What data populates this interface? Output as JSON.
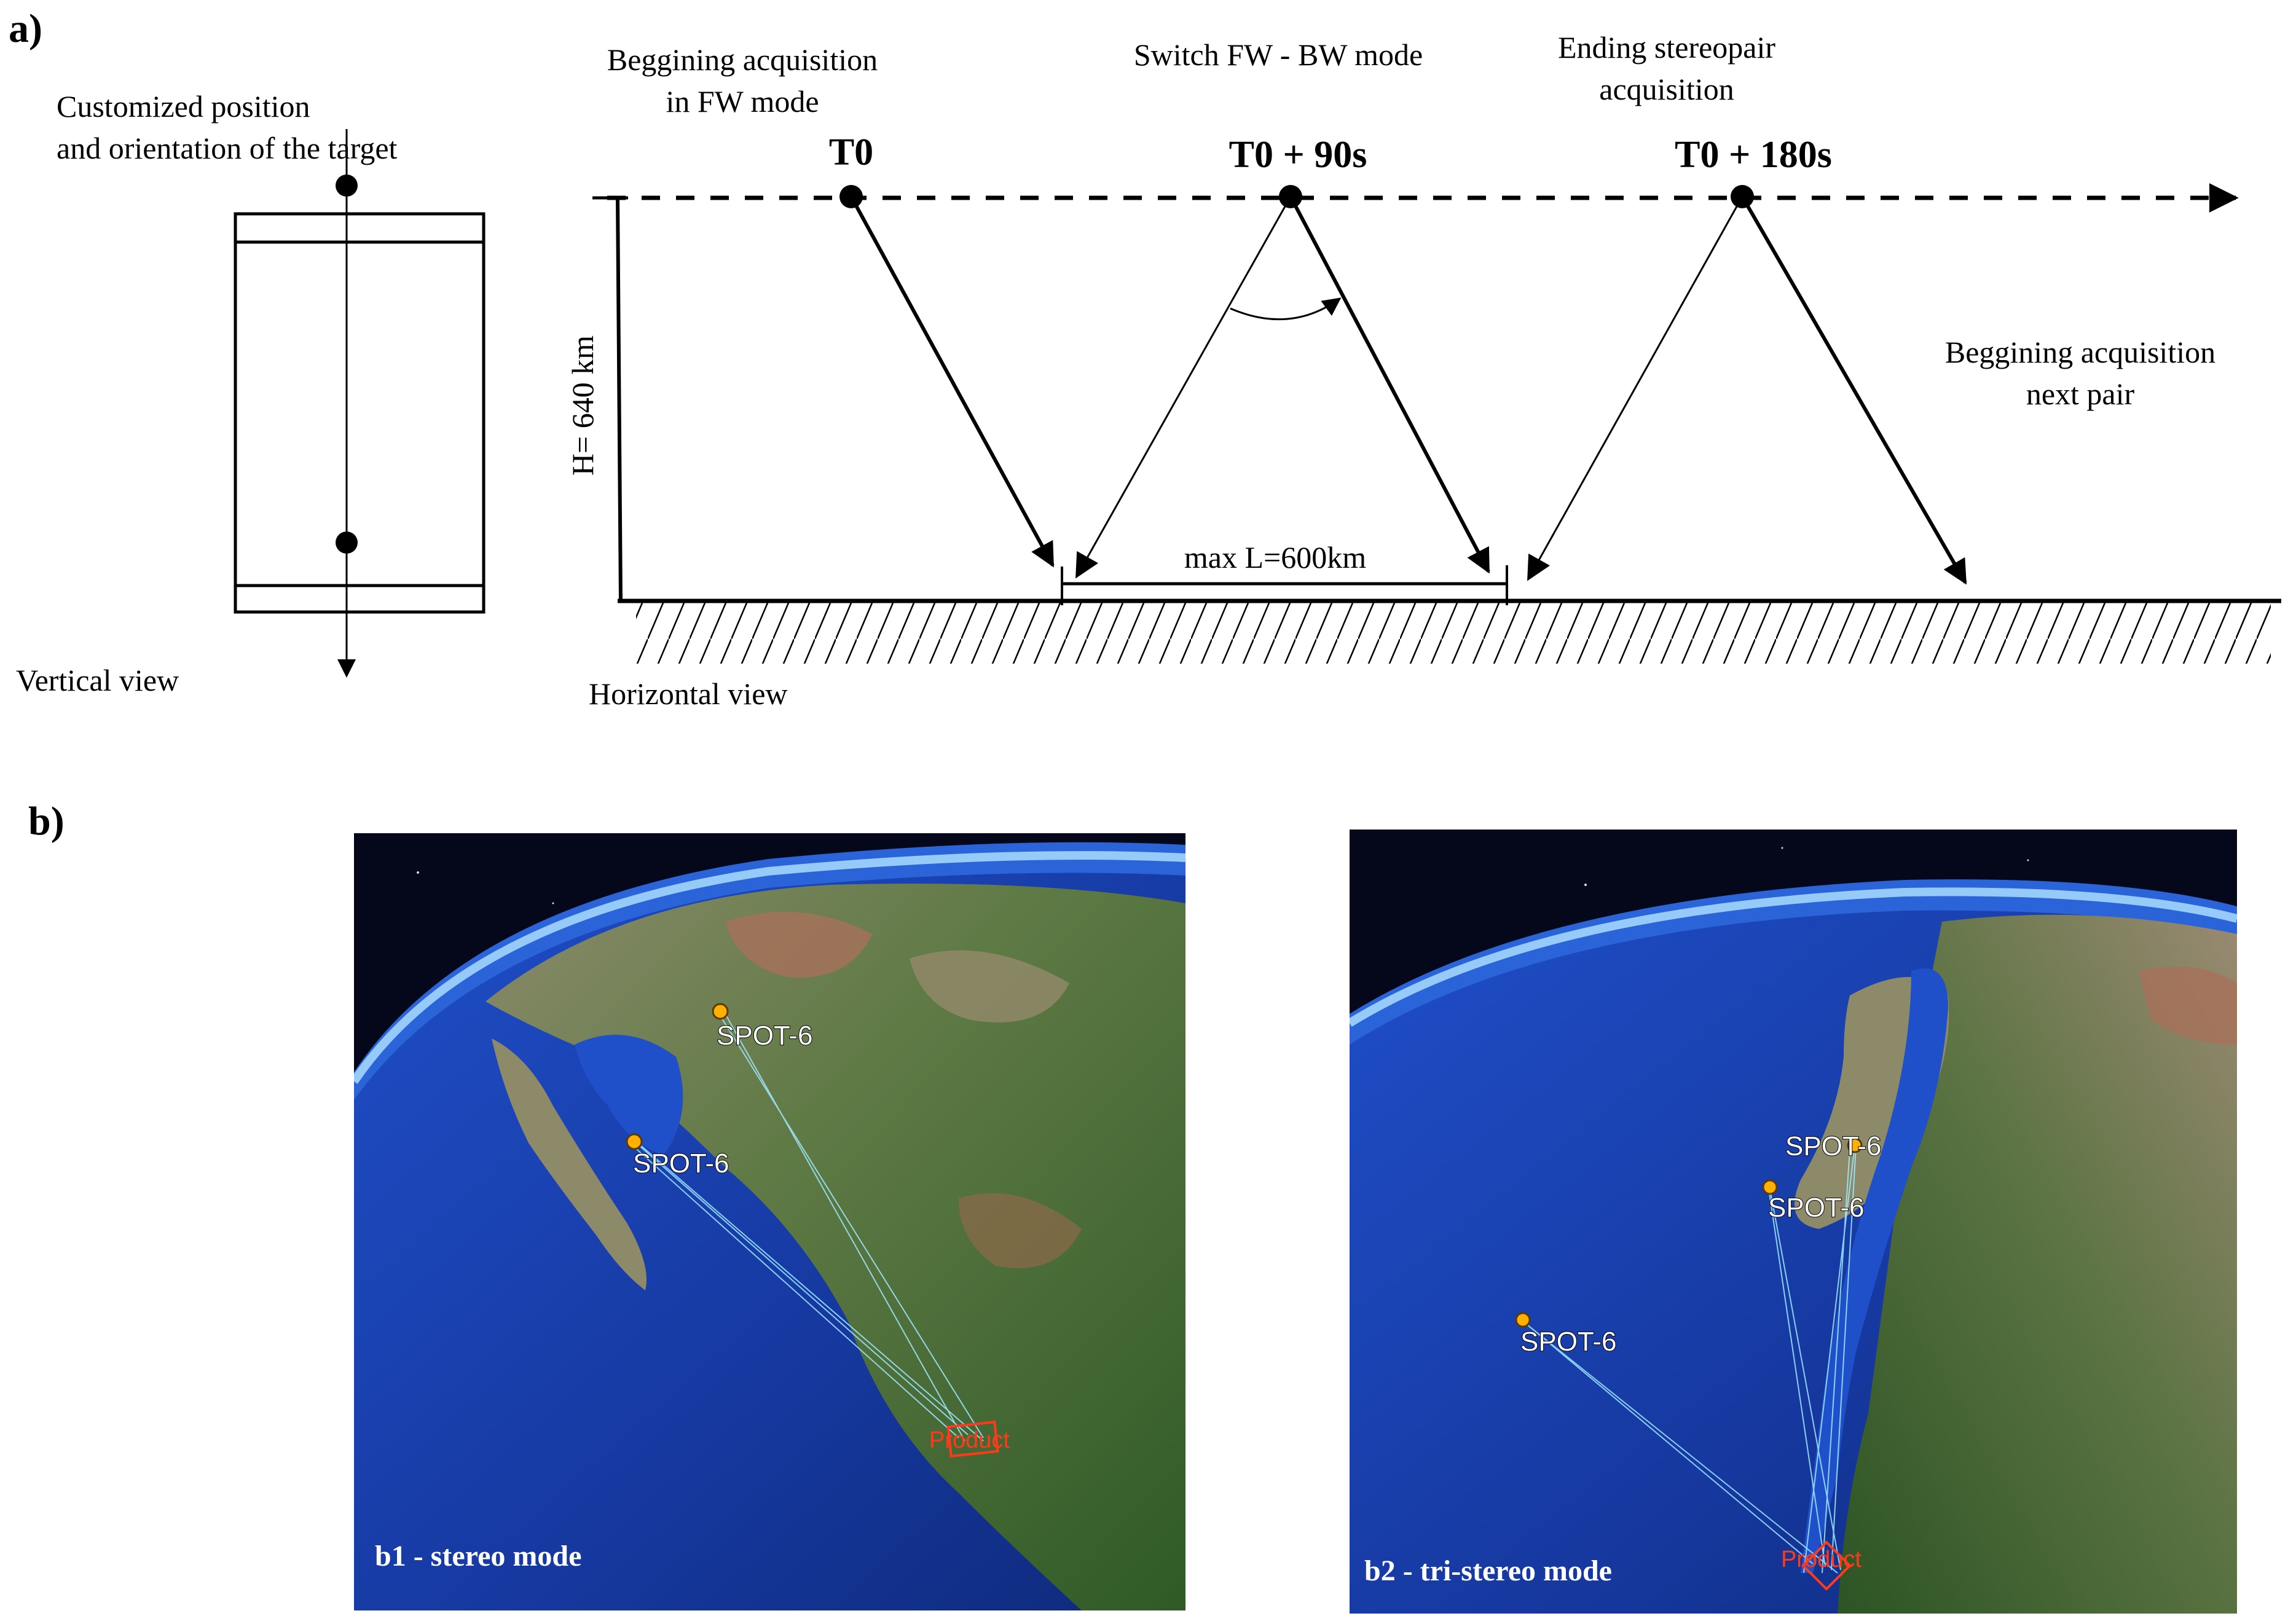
{
  "panel_a": {
    "letter": "a)",
    "vertical": {
      "target_note_line1": "Customized position",
      "target_note_line2": "and orientation of the target",
      "view_label": "Vertical view"
    },
    "horizontal": {
      "begin_line1": "Beggining acquisition",
      "begin_line2": "in FW mode",
      "switch_label": "Switch FW - BW mode",
      "end_line1": "Ending stereopair",
      "end_line2": "acquisition",
      "next_line1": "Beggining acquisition",
      "next_line2": "next pair",
      "t0": "T0",
      "t90": "T0 + 90s",
      "t180": "T0 + 180s",
      "height_label": "H= 640 km",
      "swath_label": "max L=600km",
      "view_label": "Horizontal view"
    }
  },
  "panel_b": {
    "letter": "b)",
    "b1": {
      "caption": "b1 - stereo mode",
      "satellite_labels": [
        "SPOT-6",
        "SPOT-6"
      ],
      "product_label": "Product"
    },
    "b2": {
      "caption": "b2 - tri-stereo mode",
      "satellite_labels": [
        "SPOT-6",
        "SPOT-6",
        "SPOT-6"
      ],
      "product_label": "Product"
    }
  }
}
